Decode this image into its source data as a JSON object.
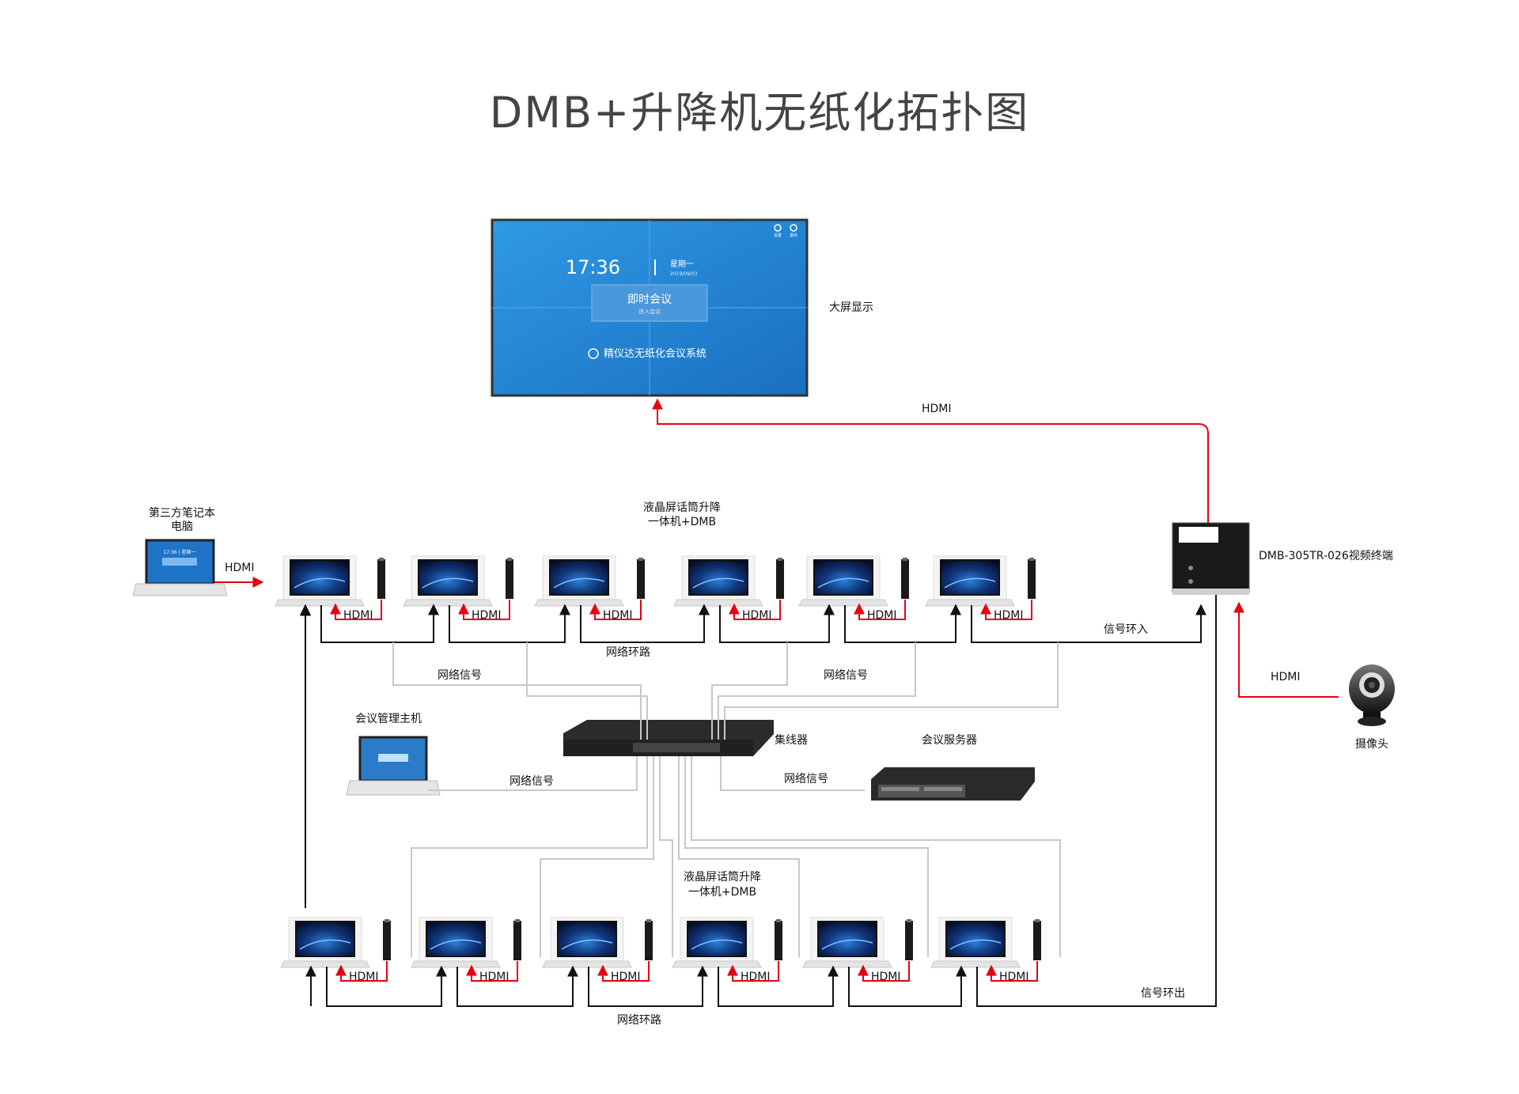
{
  "title": "DMB+升降机无纸化拓扑图",
  "big_screen": {
    "label": "大屏显示",
    "time": "17:36",
    "weekday": "星期一",
    "date": "2019/09/03",
    "meeting_button": "即时会议",
    "meeting_sub": "进入会议",
    "brand_line": "精仪达无纸化会议系统",
    "icon_set": "设置",
    "icon_exit": "退出"
  },
  "nodes": {
    "third_party_laptop": "第三方笔记本\n电脑",
    "top_row_group": "液晶屏话筒升降\n一体机+DMB",
    "bottom_row_group": "液晶屏话筒升降\n一体机+DMB",
    "video_terminal": "DMB-305TR-026视频终端",
    "camera": "摄像头",
    "management_host": "会议管理主机",
    "switch": "集线器",
    "server": "会议服务器"
  },
  "links": {
    "hdmi": "HDMI",
    "signal_in": "信号环入",
    "signal_out": "信号环出",
    "network_loop": "网络环路",
    "network_signal": "网络信号"
  },
  "colors": {
    "red_line": "#e60012",
    "black_line": "#111111",
    "gray_line": "#c8c8c8",
    "screen_blue": "#1e7fd0"
  }
}
